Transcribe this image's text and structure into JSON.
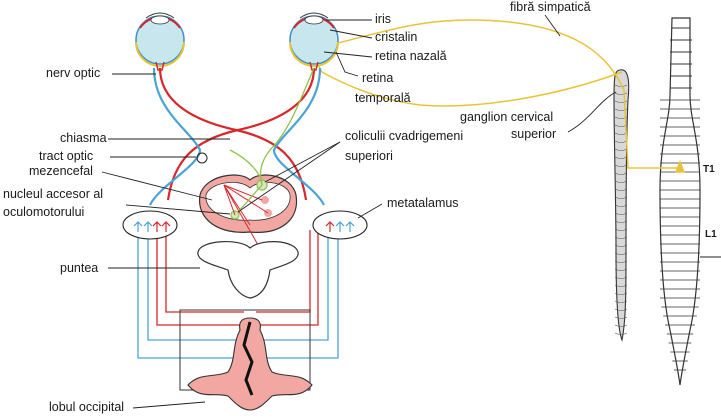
{
  "labels": {
    "iris": "iris",
    "cristalin": "cristalin",
    "retina_nazala": "retina nazală",
    "retina_temporala_1": "retina",
    "retina_temporala_2": "temporală",
    "fibra_simpatica": "fibră simpatică",
    "nerv_optic": "nerv optic",
    "chiasma": "chiasma",
    "tract_optic": "tract optic",
    "mezencefal": "mezencefal",
    "nucleul_1": "nucleul accesor al",
    "nucleul_2": "oculomotorului",
    "coliculii_1": "coliculii cvadrigemeni",
    "coliculii_2": "superiori",
    "metatalamus": "metatalamus",
    "puntea": "puntea",
    "ganglion_1": "ganglion cervical",
    "ganglion_2": "superior",
    "lobul_occipital": "lobul occipital",
    "t1": "T1",
    "l1": "L1"
  },
  "colors": {
    "nasal_pathway": "#d8262a",
    "temporal_pathway": "#4aa3d8",
    "sympathetic": "#e8c33a",
    "parasympathetic": "#8fc24a",
    "tissue": "#f2a7a3",
    "spine_fill": "#d9d9d9"
  }
}
